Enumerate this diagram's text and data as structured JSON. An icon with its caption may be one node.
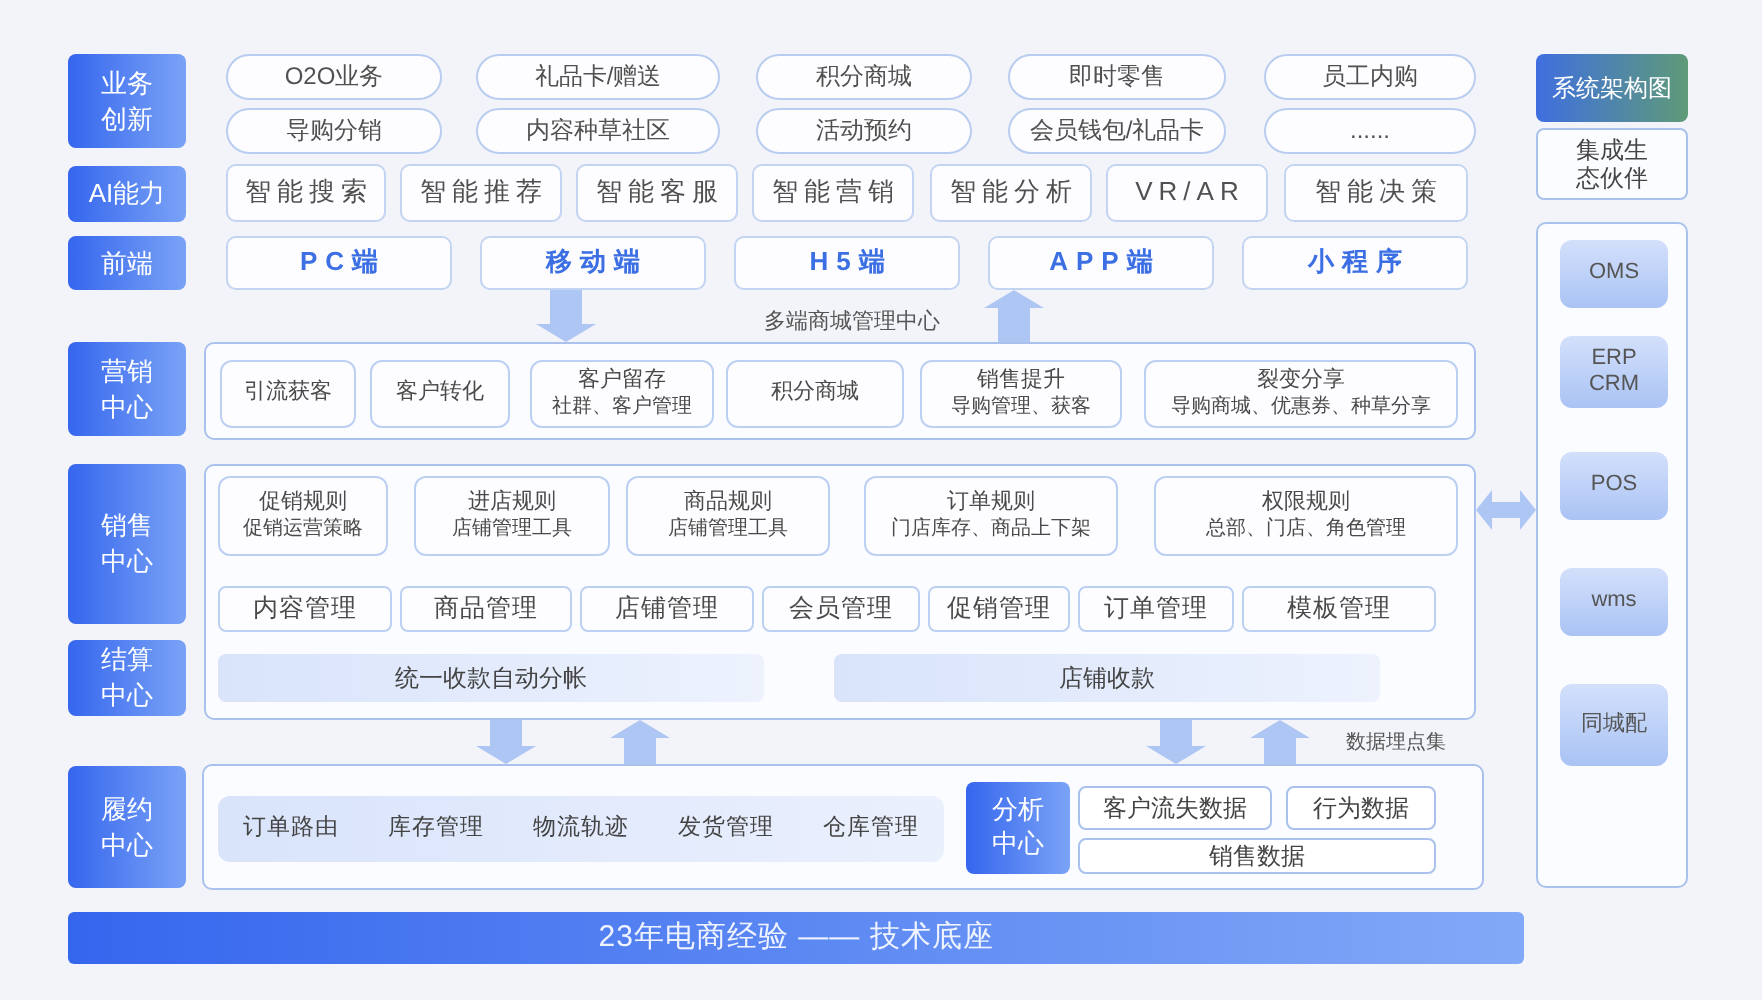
{
  "diagram": {
    "nodes": [
      {
        "text": [
          "业务创新"
        ]
      },
      {
        "text": [
          "O2O业务"
        ]
      },
      {
        "text": [
          "礼品卡/赠送"
        ]
      },
      {
        "text": [
          "积分商城"
        ]
      },
      {
        "text": [
          "即时零售"
        ]
      },
      {
        "text": [
          "员工内购"
        ]
      },
      {
        "text": [
          "系统架构图"
        ]
      },
      {
        "text": [
          "导购分销"
        ]
      },
      {
        "text": [
          "内容种草社区"
        ]
      },
      {
        "text": [
          "活动预约"
        ]
      },
      {
        "text": [
          "会员钱包/礼品卡"
        ]
      },
      {
        "text": [
          "......"
        ]
      },
      {
        "text": [
          "集成生态伙伴"
        ]
      },
      {
        "text": [
          "AI能力"
        ]
      },
      {
        "text": [
          "智能搜索"
        ]
      },
      {
        "text": [
          "智能推荐"
        ]
      },
      {
        "text": [
          "智能客服"
        ]
      },
      {
        "text": [
          "智能营销"
        ]
      },
      {
        "text": [
          "智能分析"
        ]
      },
      {
        "text": [
          "VR/AR"
        ]
      },
      {
        "text": [
          "智能决策"
        ]
      },
      {
        "text": [
          "前端"
        ]
      },
      {
        "text": [
          "PC端"
        ]
      },
      {
        "text": [
          "移动端"
        ]
      },
      {
        "text": [
          "H5端"
        ]
      },
      {
        "text": [
          "APP端"
        ]
      },
      {
        "text": [
          "小程序"
        ]
      },
      {
        "text": [
          "营销中心"
        ]
      },
      {
        "text": [],
        "shape": "box"
      },
      {
        "text": [
          "引流获客"
        ],
        "in": 28
      },
      {
        "text": [
          "客户转化"
        ],
        "in": 28
      },
      {
        "text": [
          "客户留存",
          "社群、客户管理"
        ],
        "in": 28
      },
      {
        "text": [
          "积分商城"
        ],
        "in": 28
      },
      {
        "text": [
          "销售提升",
          "导购管理、获客"
        ],
        "in": 28
      },
      {
        "text": [
          "裂变分享",
          "导购商城、优惠券、种草分享"
        ],
        "in": 28
      },
      {
        "text": [
          "销售中心"
        ]
      },
      {
        "text": [],
        "shape": "box"
      },
      {
        "text": [
          "促销规则",
          "促销运营策略"
        ],
        "in": 36
      },
      {
        "text": [
          "进店规则",
          "店铺管理工具"
        ],
        "in": 36
      },
      {
        "text": [
          "商品规则",
          "店铺管理工具"
        ],
        "in": 36
      },
      {
        "text": [
          "订单规则",
          "门店库存、商品上下架"
        ],
        "in": 36
      },
      {
        "text": [
          "权限规则",
          "总部、门店、角色管理"
        ],
        "in": 36
      },
      {
        "text": [
          "内容管理"
        ],
        "in": 36
      },
      {
        "text": [
          "商品管理"
        ],
        "in": 36
      },
      {
        "text": [
          "店铺管理"
        ],
        "in": 36
      },
      {
        "text": [
          "会员管理"
        ],
        "in": 36
      },
      {
        "text": [
          "促销管理"
        ],
        "in": 36
      },
      {
        "text": [
          "订单管理"
        ],
        "in": 36
      },
      {
        "text": [
          "模板管理"
        ],
        "in": 36
      },
      {
        "text": [
          "结算中心"
        ]
      },
      {
        "text": [
          "统一收款自动分帐"
        ],
        "in": 36
      },
      {
        "text": [
          "店铺收款"
        ],
        "in": 36
      },
      {
        "text": [
          "履约中心"
        ]
      },
      {
        "text": [],
        "shape": "box"
      },
      {
        "text": [
          "订单路由",
          "库存管理",
          "物流轨迹",
          "发货管理",
          "仓库管理"
        ],
        "in": 53
      },
      {
        "text": [
          "分析中心"
        ],
        "in": 53
      },
      {
        "text": [
          "客户流失数据"
        ],
        "in": 53
      },
      {
        "text": [
          "行为数据"
        ],
        "in": 53
      },
      {
        "text": [
          "销售数据"
        ],
        "in": 53
      },
      {
        "text": [
          "23年电商经验 —— 技术底座"
        ]
      },
      {
        "text": [],
        "shape": "box"
      },
      {
        "text": [
          "OMS"
        ],
        "in": 60
      },
      {
        "text": [
          "ERP",
          "CRM"
        ],
        "in": 60
      },
      {
        "text": [
          "POS"
        ],
        "in": 60
      },
      {
        "text": [
          "wms"
        ],
        "in": 60
      },
      {
        "text": [
          "同城配"
        ],
        "in": 60
      }
    ],
    "edges": [
      {
        "from": 23,
        "to": 28,
        "arrow": "to"
      },
      {
        "from": 28,
        "to": 25,
        "arrow": "to"
      },
      {
        "from": 36,
        "to": 60,
        "arrow": "both"
      },
      {
        "from": 36,
        "to": 53,
        "arrow": "to"
      },
      {
        "from": 53,
        "to": 36,
        "arrow": "to"
      },
      {
        "from": 36,
        "to": 53,
        "arrow": "to"
      },
      {
        "from": 53,
        "to": 36,
        "arrow": "to"
      }
    ],
    "labels": [
      "多端商城管理中心",
      "数据埋点集"
    ]
  }
}
